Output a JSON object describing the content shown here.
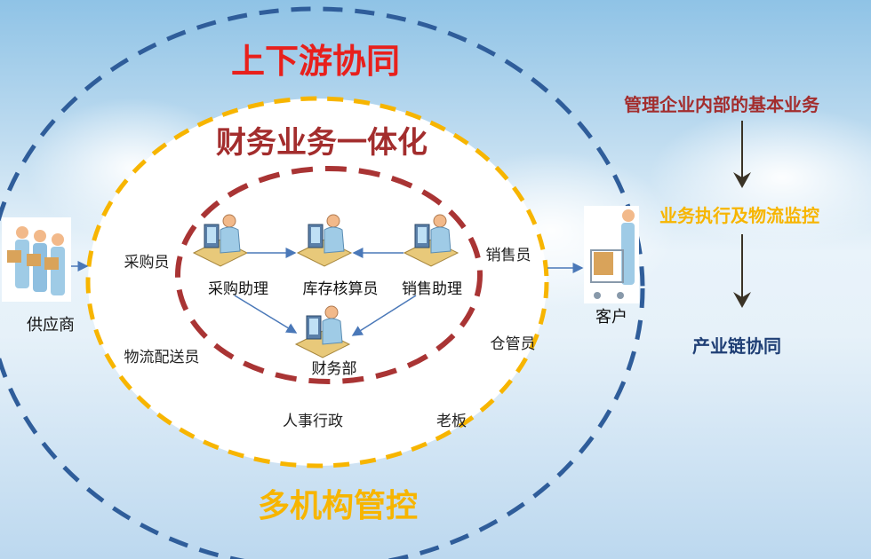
{
  "titles": {
    "outer": "上下游协同",
    "middle": "财务业务一体化",
    "bottom": "多机构管控"
  },
  "colors": {
    "outer_ring": "#2f5d9a",
    "middle_ring": "#f7b500",
    "inner_ring": "#a93434",
    "outer_title": "#e8201c",
    "middle_title": "#a32d2d",
    "bottom_title": "#f7b500"
  },
  "inner_nodes": {
    "purchase_assistant": "采购助理",
    "inventory_accountant": "库存核算员",
    "sales_assistant": "销售助理",
    "finance_dept": "财务部"
  },
  "middle_roles": {
    "purchaser": "采购员",
    "logistics": "物流配送员",
    "salesperson": "销售员",
    "warehouse": "仓管员",
    "hr_admin": "人事行政",
    "boss": "老板"
  },
  "external": {
    "supplier": "供应商",
    "customer": "客户"
  },
  "flow": {
    "step1": "管理企业内部的基本业务",
    "step2": "业务执行及物流监控",
    "step3": "产业链协同"
  }
}
